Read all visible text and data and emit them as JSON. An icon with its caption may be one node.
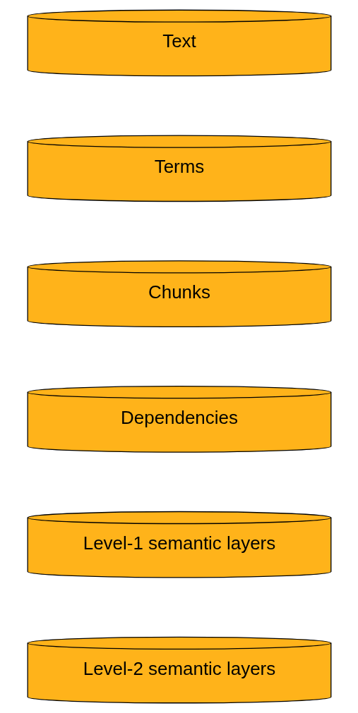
{
  "diagram": {
    "nodes": [
      {
        "text": [
          "Level-2 semantic layers"
        ]
      },
      {
        "text": [
          "Level-1 semantic layers"
        ]
      },
      {
        "text": [
          "Dependencies"
        ]
      },
      {
        "text": [
          "Chunks"
        ]
      },
      {
        "text": [
          "Terms"
        ]
      },
      {
        "text": [
          "Text"
        ]
      }
    ]
  }
}
